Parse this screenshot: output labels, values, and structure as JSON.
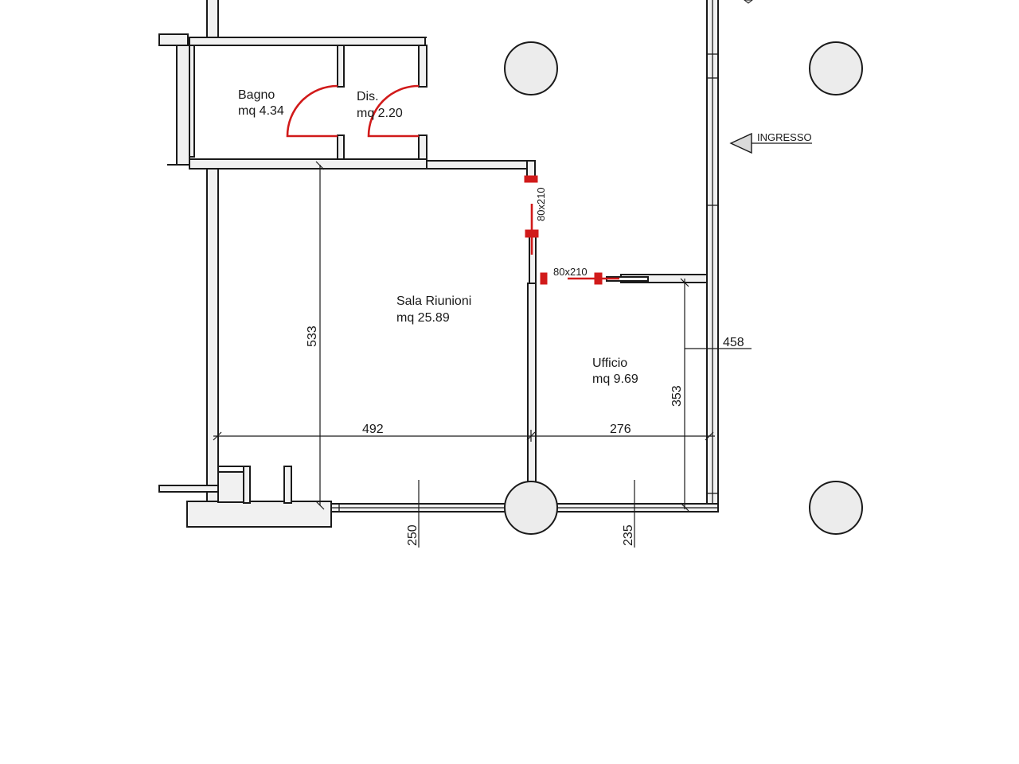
{
  "rooms": {
    "bagno": {
      "name": "Bagno",
      "area": "mq 4.34"
    },
    "dis": {
      "name": "Dis.",
      "area": "mq 2.20"
    },
    "sala": {
      "name": "Sala Riunioni",
      "area": "mq 25.89"
    },
    "ufficio": {
      "name": "Ufficio",
      "area": "mq 9.69"
    }
  },
  "entrance": {
    "label": "INGRESSO"
  },
  "doors": {
    "door_vertical": "80x210",
    "door_horizontal": "80x210"
  },
  "dimensions": {
    "sala_height": "533",
    "sala_width": "492",
    "ufficio_width": "276",
    "ufficio_height": "353",
    "right_depth": "458",
    "lower_left": "250",
    "lower_right": "235"
  },
  "colors": {
    "wall_fill": "#f1f1f1",
    "line": "#1a1a1a",
    "door": "#d11a1a",
    "column_fill": "#ececec"
  }
}
